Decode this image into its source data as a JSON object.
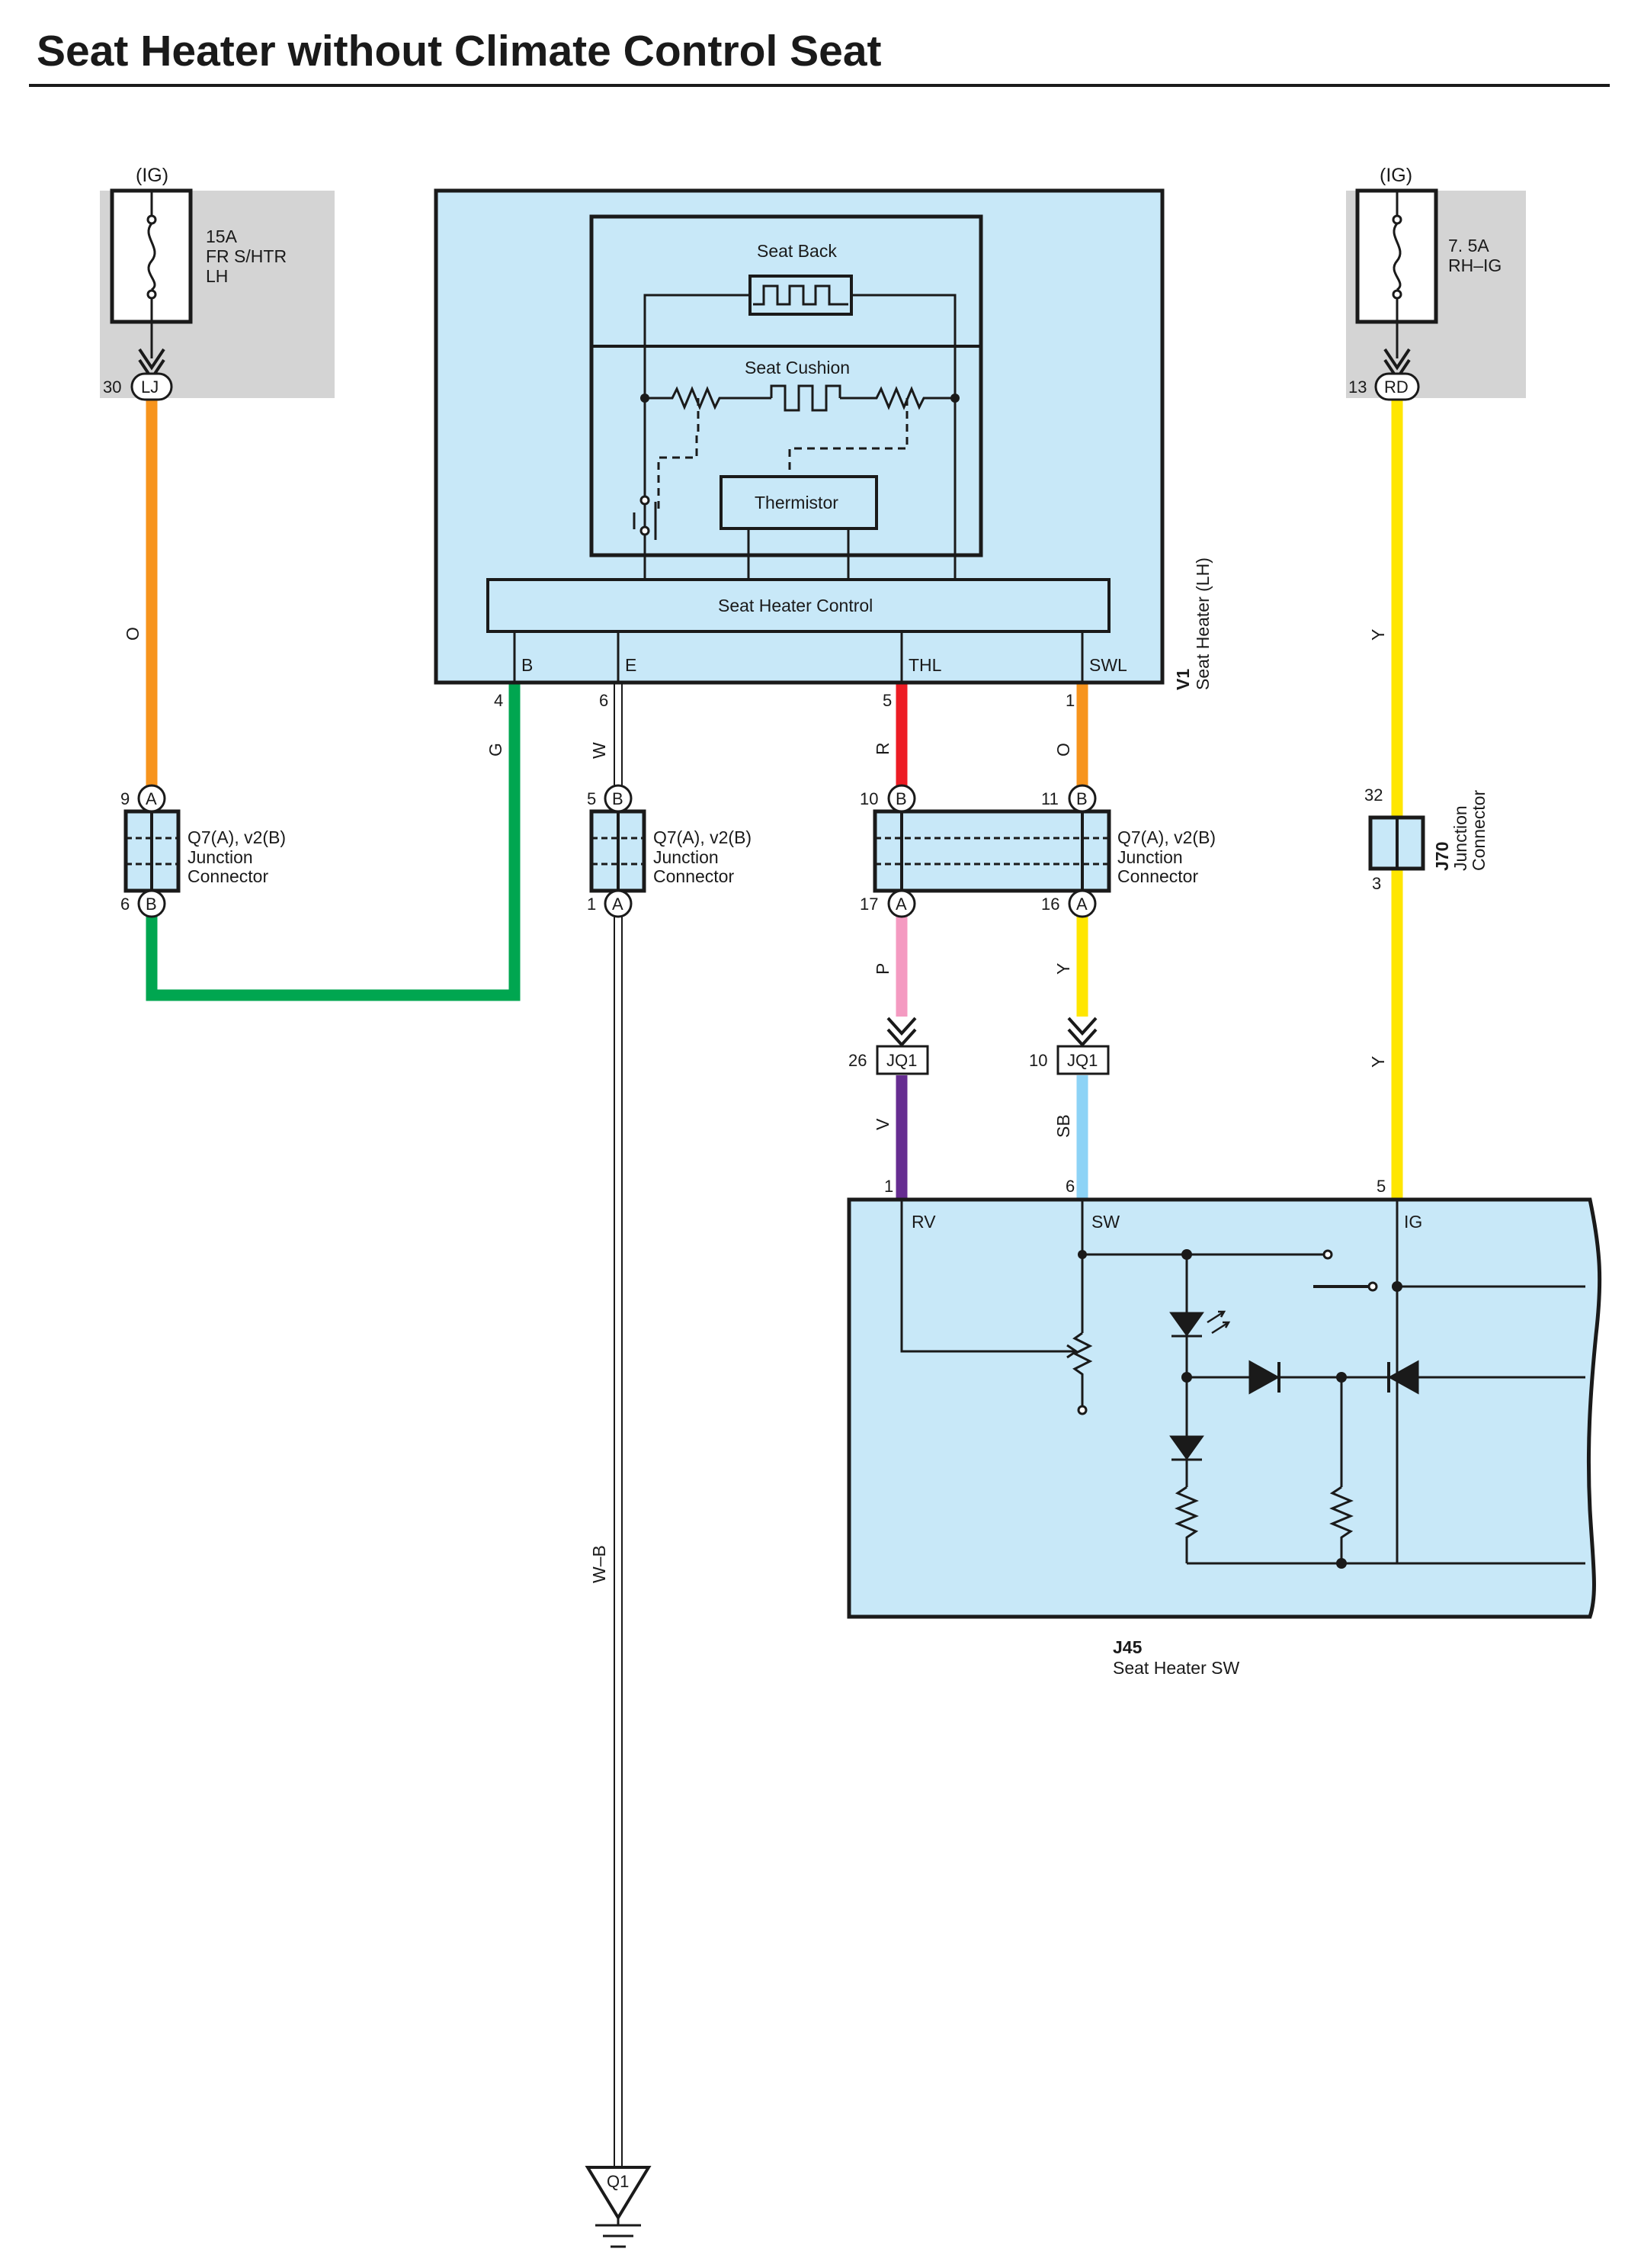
{
  "title": "Seat Heater without Climate Control Seat",
  "colors": {
    "orange": "#F7941D",
    "green": "#00A650",
    "white_wire": "#ffffff",
    "red": "#ED1C24",
    "pink": "#F49AC1",
    "yellow": "#FFE600",
    "violet": "#662D91",
    "sky_blue": "#8DD3F6",
    "component_fill": "#C8E8F8",
    "fuse_box_fill": "#D4D4D4"
  },
  "fuse_left": {
    "supply": "(IG)",
    "rating": "15A",
    "name_line1": "FR S/HTR",
    "name_line2": "LH",
    "pin": "30",
    "connector": "LJ"
  },
  "fuse_right": {
    "supply": "(IG)",
    "rating": "7. 5A",
    "name": "RH–IG",
    "pin": "13",
    "connector": "RD"
  },
  "seat_heater": {
    "code": "V1",
    "name": "Seat Heater (LH)",
    "seat_back": "Seat Back",
    "seat_cushion": "Seat Cushion",
    "thermistor": "Thermistor",
    "control": "Seat Heater Control",
    "terminals": {
      "b": "B",
      "e": "E",
      "thl": "THL",
      "swl": "SWL"
    },
    "pins": {
      "b": "4",
      "e": "6",
      "thl": "5",
      "swl": "1"
    }
  },
  "wires": {
    "left_o": "O",
    "g": "G",
    "w": "W",
    "r": "R",
    "o2": "O",
    "y_right": "Y",
    "p": "P",
    "y_mid": "Y",
    "v": "V",
    "sb": "SB",
    "y_right2": "Y",
    "wb": "W–B"
  },
  "junction_connectors": {
    "jc1": {
      "name": "Q7(A), v2(B)",
      "desc_line1": "Junction",
      "desc_line2": "Connector",
      "pin_top": "9",
      "side_top": "A",
      "pin_bot": "6",
      "side_bot": "B"
    },
    "jc2": {
      "name": "Q7(A), v2(B)",
      "desc_line1": "Junction",
      "desc_line2": "Connector",
      "pin_top": "5",
      "side_top": "B",
      "pin_bot": "1",
      "side_bot": "A"
    },
    "jc3": {
      "name": "Q7(A), v2(B)",
      "desc_line1": "Junction",
      "desc_line2": "Connector",
      "pin_top_l": "10",
      "side_top_l": "B",
      "pin_top_r": "11",
      "side_top_r": "B",
      "pin_bot_l": "17",
      "side_bot_l": "A",
      "pin_bot_r": "16",
      "side_bot_r": "A"
    },
    "j70": {
      "code": "J70",
      "desc_line1": "Junction",
      "desc_line2": "Connector",
      "pin_top": "32",
      "pin_bot": "3"
    }
  },
  "jq1": {
    "left_pin": "26",
    "left_label": "JQ1",
    "right_pin": "10",
    "right_label": "JQ1"
  },
  "seat_heater_sw": {
    "code": "J45",
    "name": "Seat Heater SW",
    "terminals": {
      "rv": "RV",
      "sw": "SW",
      "ig": "IG"
    },
    "pins": {
      "rv": "1",
      "sw": "6",
      "ig": "5"
    }
  },
  "ground": {
    "label": "Q1"
  }
}
